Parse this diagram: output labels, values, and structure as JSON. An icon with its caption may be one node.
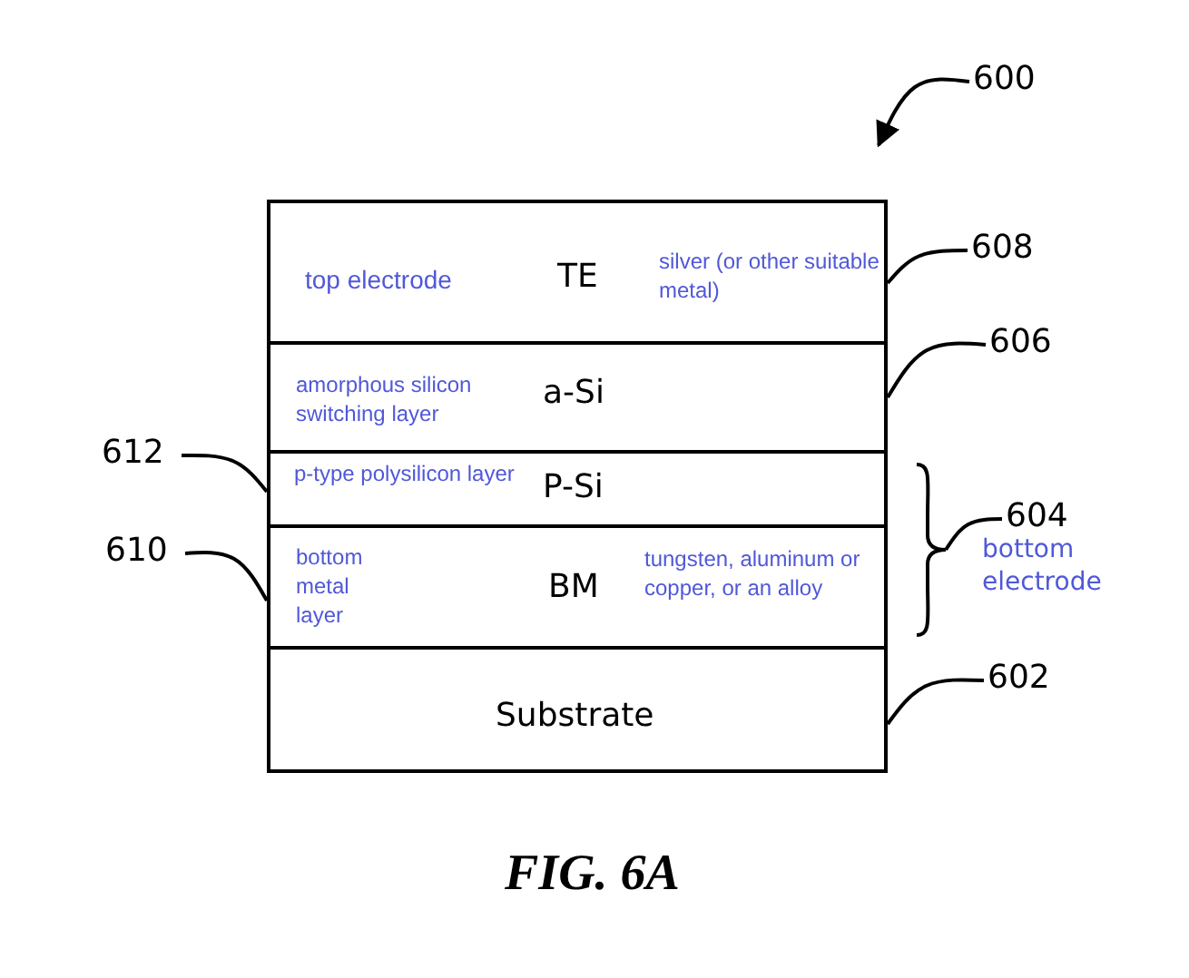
{
  "diagram": {
    "caption": "FIG. 6A",
    "nodes": [
      {
        "text": [
          "top electrode",
          "TE",
          "silver (or other suitable metal)"
        ]
      },
      {
        "text": [
          "amorphous silicon switching layer",
          "a-Si"
        ]
      },
      {
        "text": [
          "p-type polysilicon layer",
          "P-Si"
        ]
      },
      {
        "text": [
          "bottom metal layer",
          "BM",
          "tungsten, aluminum or copper, or an alloy"
        ]
      },
      {
        "text": [
          "Substrate"
        ]
      },
      {
        "text": [
          "600"
        ]
      },
      {
        "text": [
          "608"
        ]
      },
      {
        "text": [
          "606"
        ]
      },
      {
        "text": [
          "612"
        ]
      },
      {
        "text": [
          "610"
        ]
      },
      {
        "text": [
          "604"
        ]
      },
      {
        "text": [
          "602"
        ]
      },
      {
        "text": [],
        "shape": "brace"
      }
    ],
    "edges": [
      {
        "from": 5,
        "to": null,
        "arrow": "to"
      },
      {
        "from": 6,
        "to": 0,
        "arrow": "none"
      },
      {
        "from": 7,
        "to": 1,
        "arrow": "none"
      },
      {
        "from": 8,
        "to": 2,
        "arrow": "none"
      },
      {
        "from": 9,
        "to": 3,
        "arrow": "none"
      },
      {
        "from": 10,
        "to": 12,
        "arrow": "none"
      },
      {
        "from": 11,
        "to": 4,
        "arrow": "none"
      }
    ],
    "labels": [
      "bottom electrode"
    ]
  }
}
